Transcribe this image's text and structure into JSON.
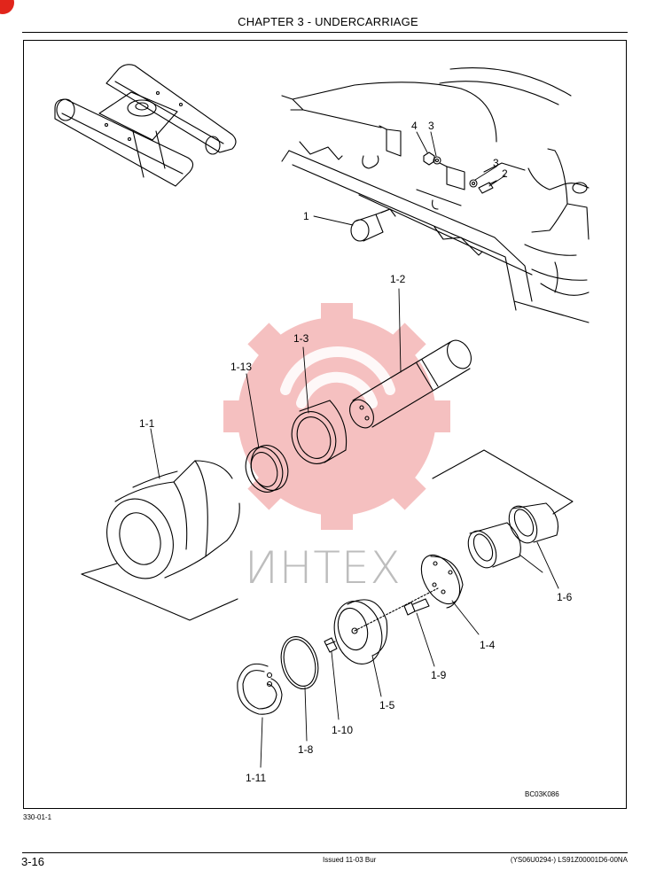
{
  "header": {
    "chapter_title": "CHAPTER 3 - UNDERCARRIAGE"
  },
  "figure": {
    "figure_code": "BC03K086",
    "watermark_text": "ИНТЕХ",
    "callouts": {
      "c1": "1",
      "c2": "2",
      "c3a": "3",
      "c3b": "3",
      "c4": "4",
      "c1_1": "1-1",
      "c1_2": "1-2",
      "c1_3": "1-3",
      "c1_4": "1-4",
      "c1_5": "1-5",
      "c1_6": "1-6",
      "c1_8": "1-8",
      "c1_9": "1-9",
      "c1_10": "1-10",
      "c1_11": "1-11",
      "c1_13": "1-13"
    }
  },
  "footer": {
    "ref_code": "330-01-1",
    "page_number": "3-16",
    "issued": "Issued 11-03   Bur",
    "doc_code": "(YS06U0294-)   LS91Z00001D6-00NA"
  },
  "colors": {
    "watermark": "#f2b0b0",
    "corner_tab": "#e1251b"
  }
}
